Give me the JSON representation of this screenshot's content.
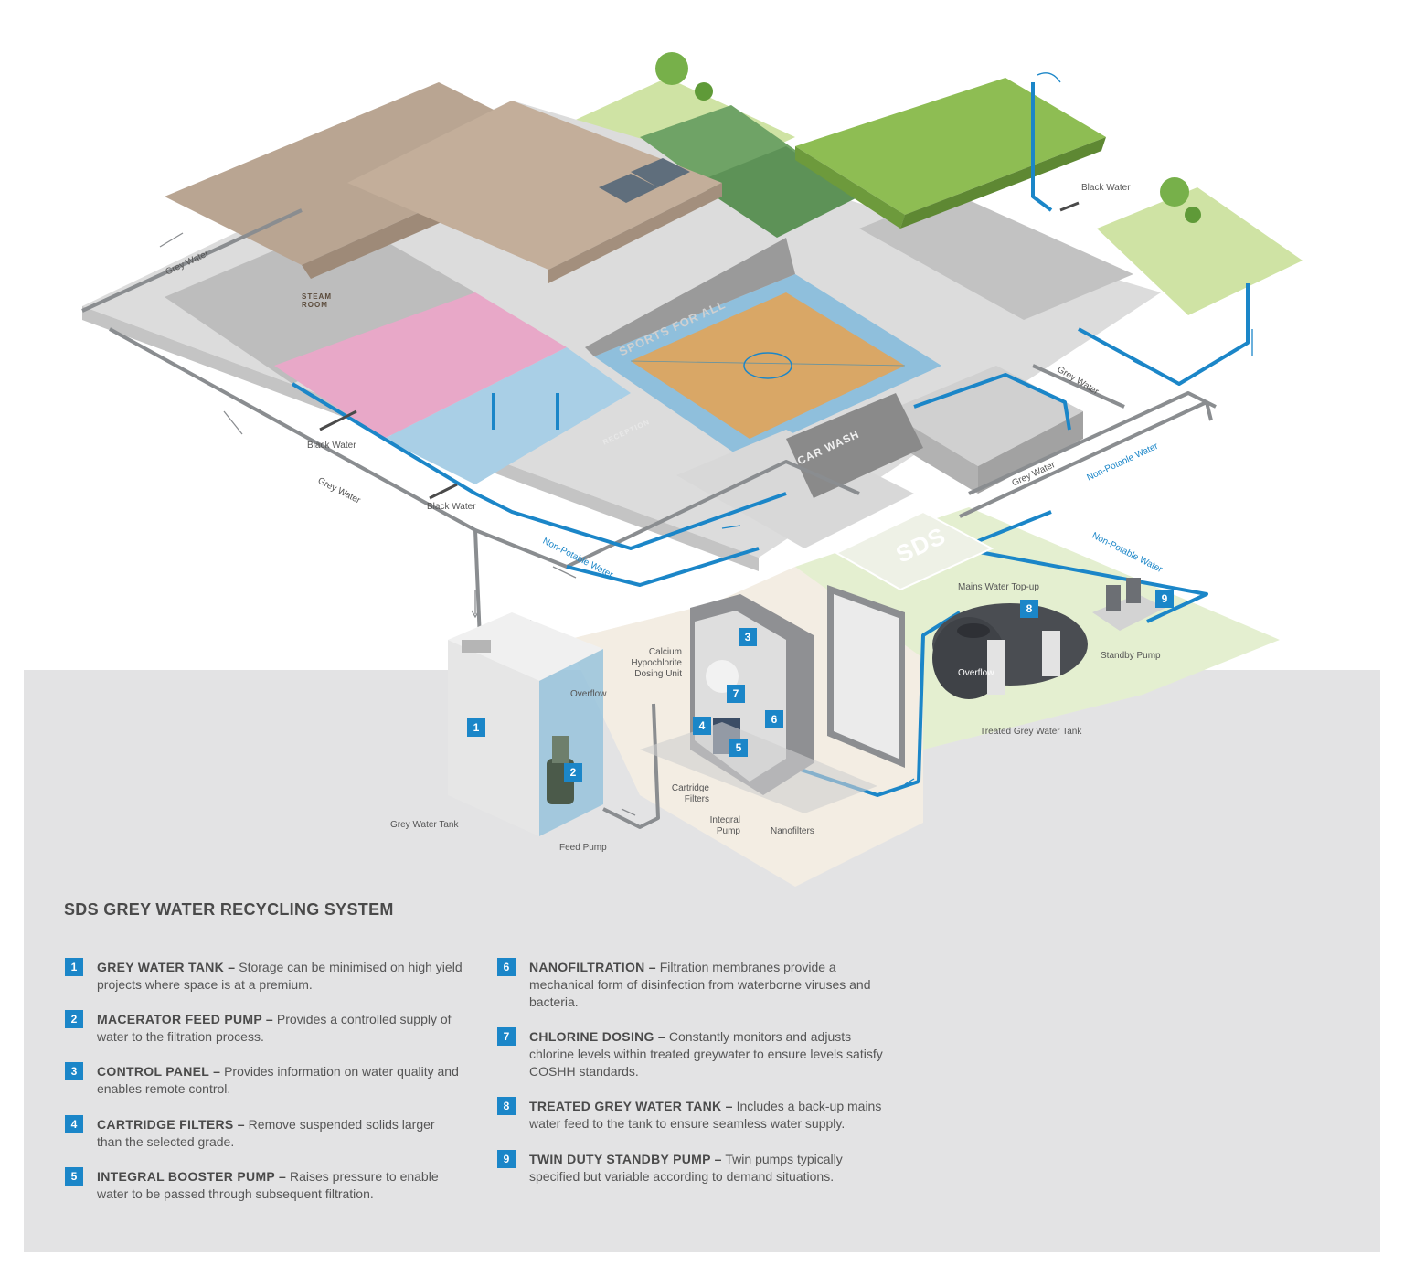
{
  "title": "SDS GREY WATER RECYCLING SYSTEM",
  "legend": [
    {
      "num": "1",
      "heading": "GREY WATER TANK –",
      "text": "Storage can be minimised on high yield projects where space is at a premium."
    },
    {
      "num": "2",
      "heading": "MACERATOR FEED PUMP –",
      "text": "Provides a controlled supply of water to the filtration process."
    },
    {
      "num": "3",
      "heading": "CONTROL PANEL –",
      "text": "Provides information on water quality and enables remote control."
    },
    {
      "num": "4",
      "heading": "CARTRIDGE FILTERS –",
      "text": "Remove suspended solids larger than the selected grade."
    },
    {
      "num": "5",
      "heading": "INTEGRAL BOOSTER PUMP –",
      "text": "Raises pressure to enable water to be passed through subsequent filtration."
    },
    {
      "num": "6",
      "heading": "NANOFILTRATION –",
      "text": "Filtration membranes provide a mechanical form of disinfection from waterborne viruses and bacteria."
    },
    {
      "num": "7",
      "heading": "CHLORINE DOSING –",
      "text": "Constantly monitors and adjusts chlorine levels within treated greywater to ensure levels satisfy COSHH standards."
    },
    {
      "num": "8",
      "heading": "TREATED GREY WATER TANK –",
      "text": "Includes a back-up mains water feed to the tank to ensure seamless water supply."
    },
    {
      "num": "9",
      "heading": "TWIN DUTY STANDBY PUMP –",
      "text": "Twin pumps typically specified but variable according to demand situations."
    }
  ],
  "flow_labels": {
    "grey_water": "Grey Water",
    "black_water": "Black Water",
    "non_potable_water": "Non-Potable Water"
  },
  "component_labels": {
    "grey_water_tank": "Grey Water Tank",
    "feed_pump": "Feed Pump",
    "overflow": "Overflow",
    "calcium_1": "Calcium",
    "calcium_2": "Hypochlorite",
    "calcium_3": "Dosing Unit",
    "cartridge_1": "Cartridge",
    "cartridge_2": "Filters",
    "integral_1": "Integral",
    "integral_2": "Pump",
    "nanofilters": "Nanofilters",
    "mains_top_up": "Mains Water Top-up",
    "standby_pump": "Standby Pump",
    "treated_tank": "Treated Grey Water Tank"
  },
  "signs": {
    "sports": "SPORTS FOR ALL",
    "car_wash": "CAR WASH",
    "reception": "RECEPTION",
    "steam_room": "STEAM ROOM",
    "sds": "SDS"
  },
  "colors": {
    "accent_blue": "#1b86c8",
    "pipe_grey": "#8a8d90",
    "panel_grey": "#e3e3e4"
  }
}
